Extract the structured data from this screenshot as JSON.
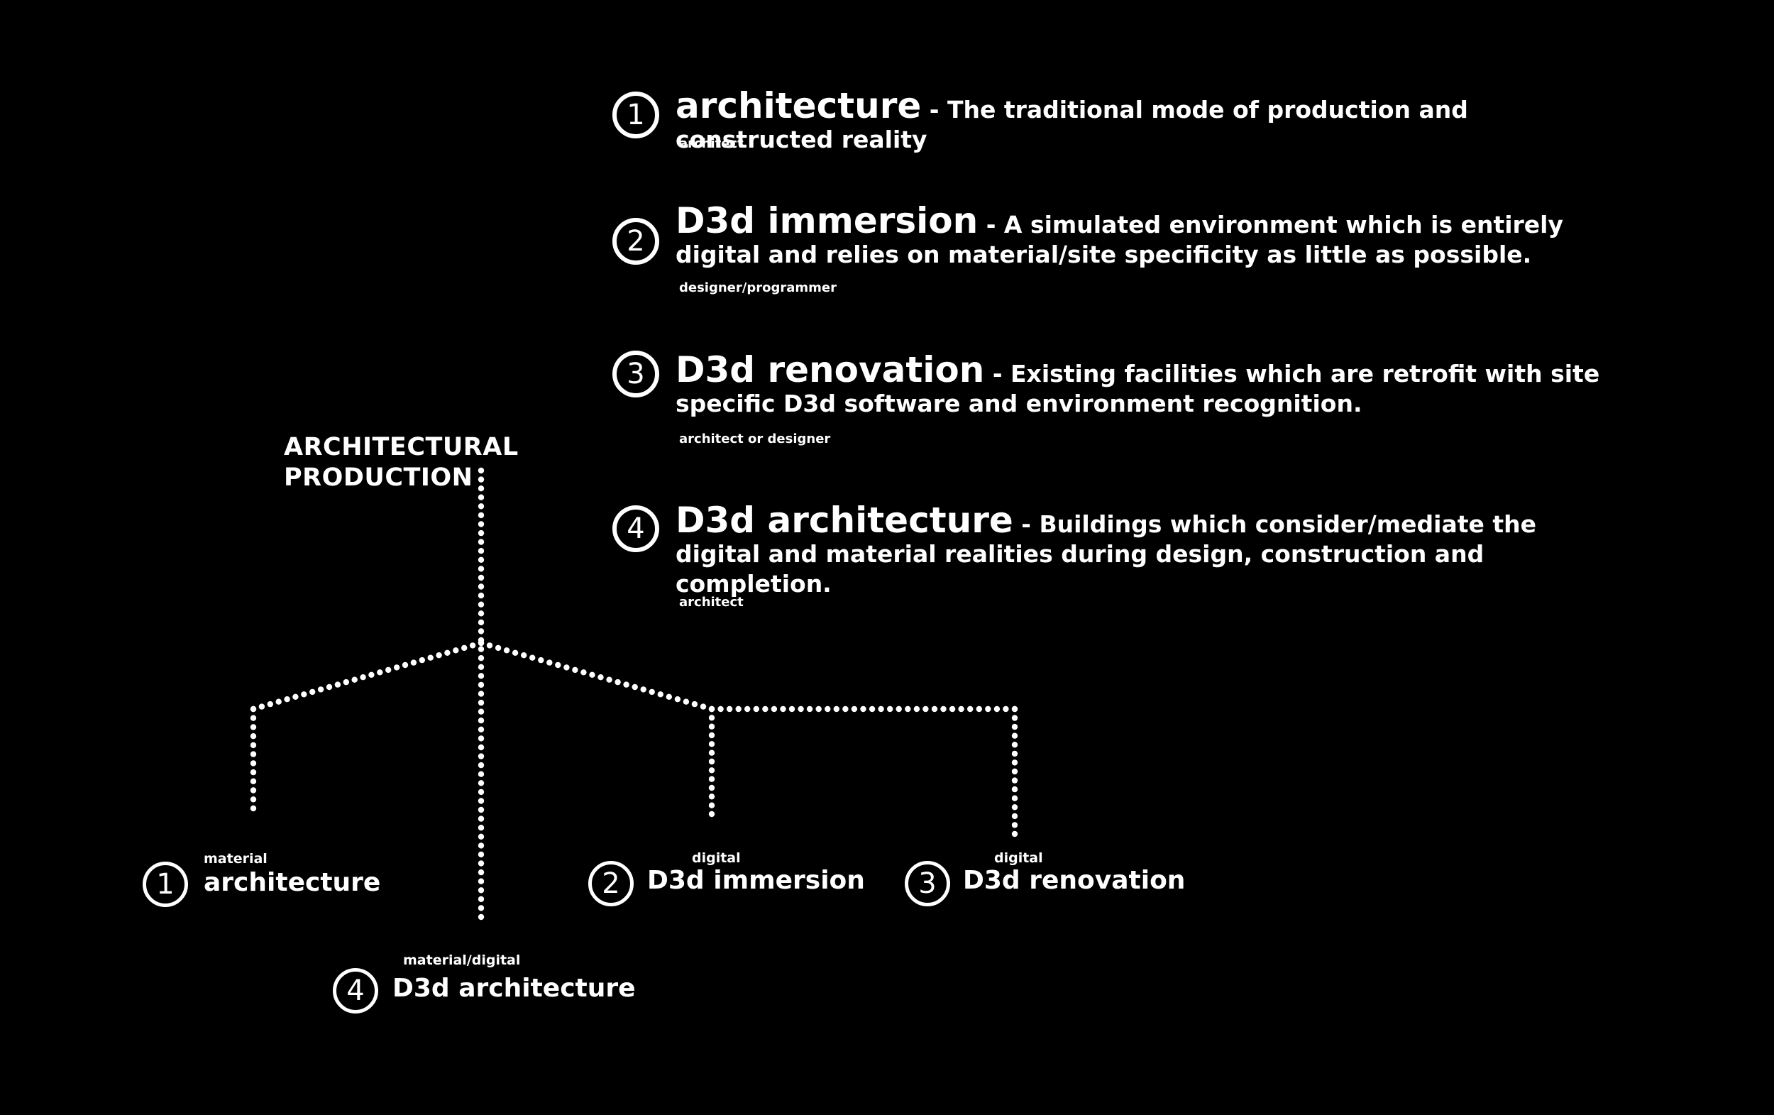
{
  "colors": {
    "background": "#000000",
    "foreground": "#ffffff"
  },
  "legend": [
    {
      "number": "1",
      "title": "architecture",
      "description": " - The traditional mode of  production and constructed reality",
      "role": "architect"
    },
    {
      "number": "2",
      "title": "D3d immersion",
      "description": " - A simulated environment which is entirely digital and relies on material/site specificity as little as possible.",
      "role": "designer/programmer"
    },
    {
      "number": "3",
      "title": "D3d renovation",
      "description": " - Existing facilities which are retrofit with site specific D3d software and environment recognition.",
      "role": "architect or designer"
    },
    {
      "number": "4",
      "title": "D3d architecture",
      "description": " - Buildings which consider/mediate the digital and material realities during design, construction and completion.",
      "role": "architect"
    }
  ],
  "tree": {
    "root": {
      "line1": "ARCHITECTURAL",
      "line2": "PRODUCTION"
    },
    "leaves": [
      {
        "number": "1",
        "category": "material",
        "name": "architecture"
      },
      {
        "number": "2",
        "category": "digital",
        "name": "D3d immersion"
      },
      {
        "number": "3",
        "category": "digital",
        "name": "D3d renovation"
      },
      {
        "number": "4",
        "category": "material/digital",
        "name": "D3d architecture"
      }
    ]
  }
}
